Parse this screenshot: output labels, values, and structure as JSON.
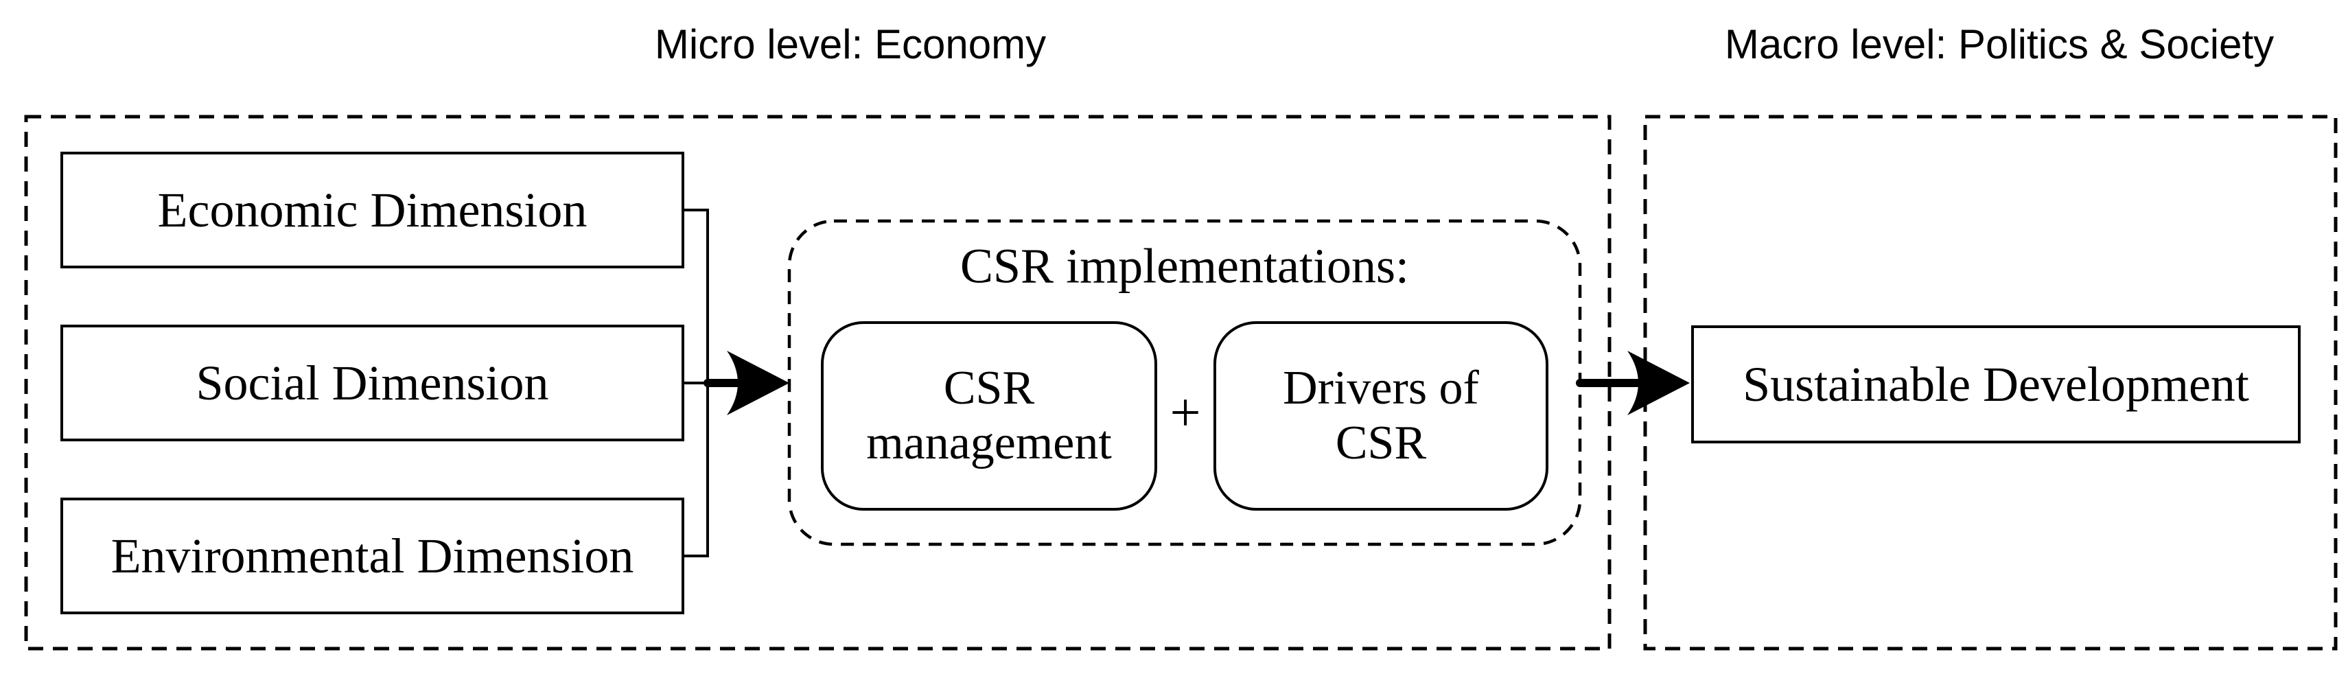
{
  "colors": {
    "ink": "#000000",
    "background": "#ffffff"
  },
  "titles": {
    "micro": "Micro level: Economy",
    "macro": "Macro level: Politics & Society"
  },
  "micro_section": {
    "dimension_boxes": [
      {
        "label": "Economic Dimension"
      },
      {
        "label": "Social Dimension"
      },
      {
        "label": "Environmental Dimension"
      }
    ],
    "csr_group": {
      "heading": "CSR implementations:",
      "left_box": {
        "lines": [
          "CSR",
          "management"
        ]
      },
      "operator": "+",
      "right_box": {
        "lines": [
          "Drivers of",
          "CSR"
        ]
      }
    }
  },
  "macro_section": {
    "outcome_box": {
      "label": "Sustainable Development"
    }
  }
}
